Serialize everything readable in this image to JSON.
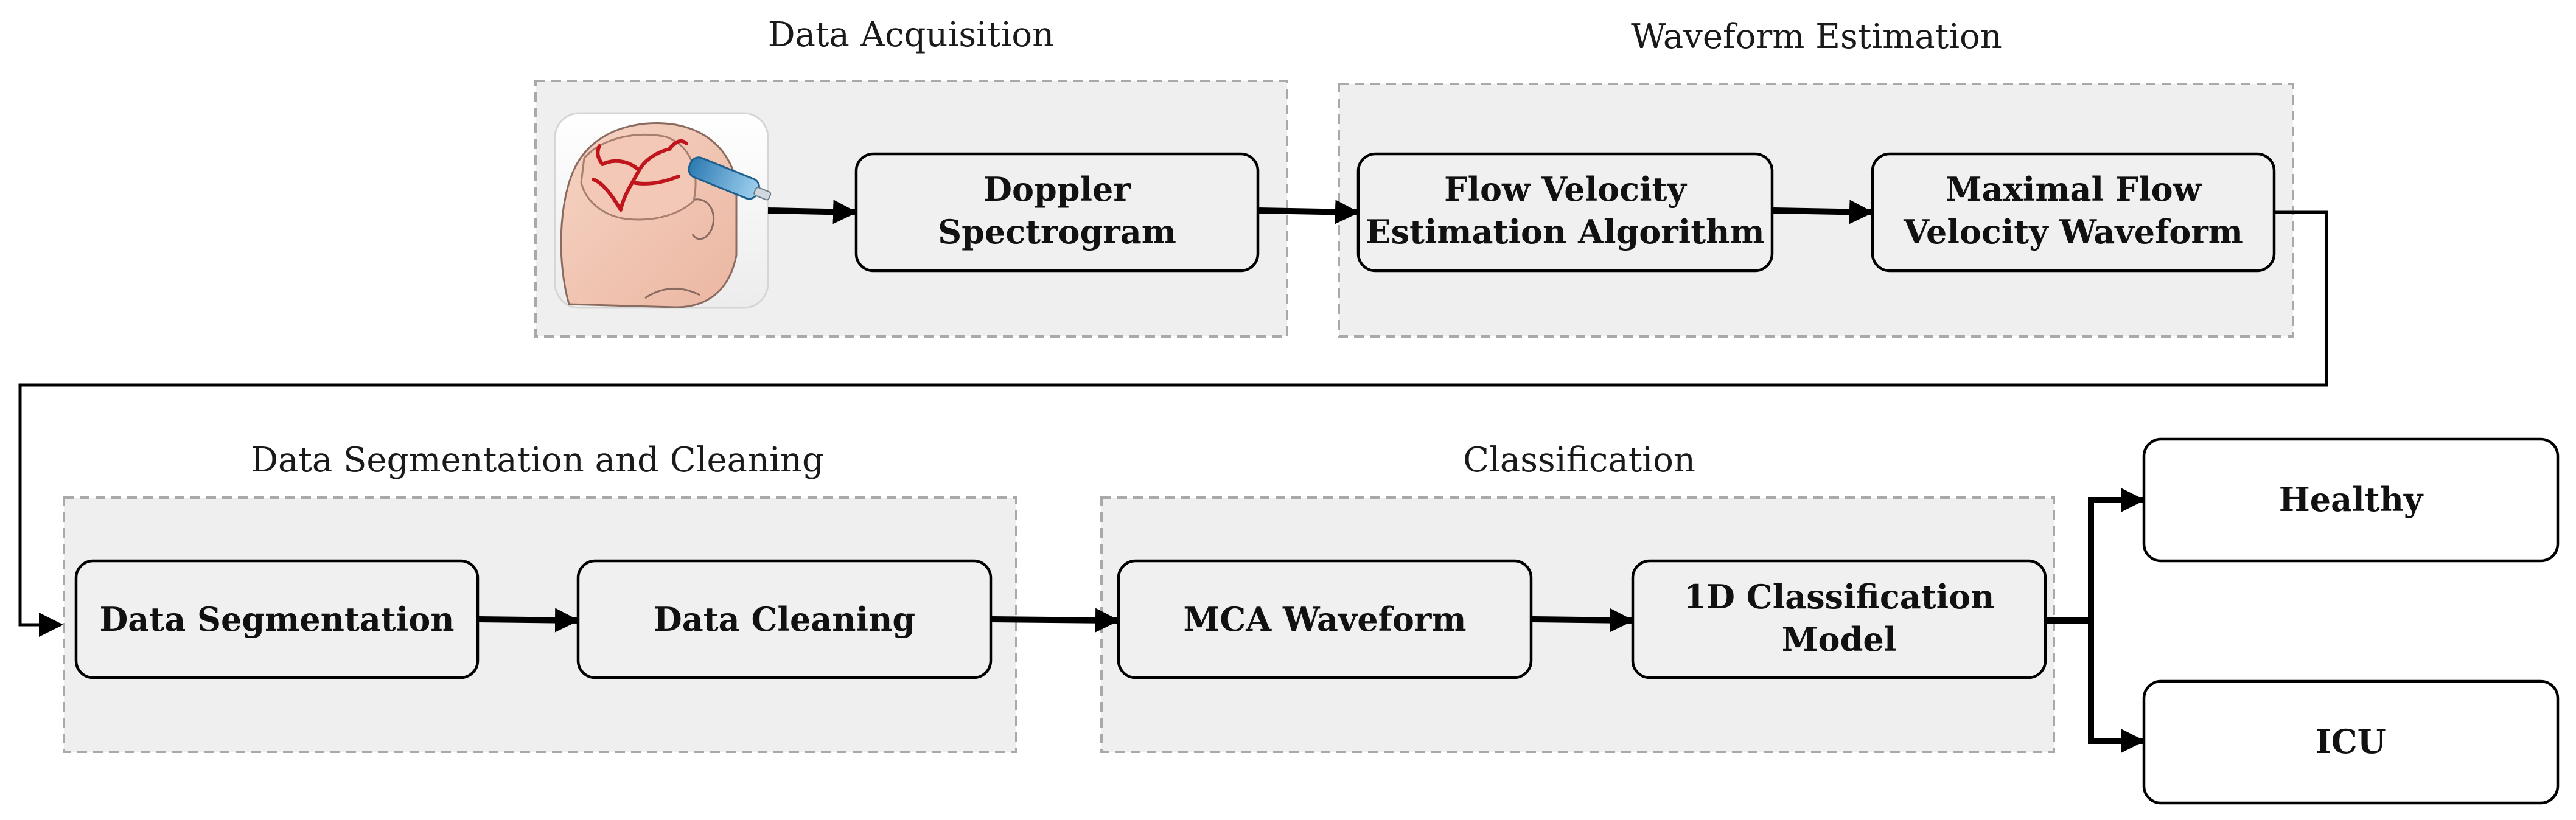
{
  "stages": {
    "acquisition": "Data Acquisition",
    "waveform": "Waveform Estimation",
    "segmentation": "Data Segmentation and  Cleaning",
    "classification": "Classification"
  },
  "nodes": {
    "doppler": [
      "Doppler",
      "Spectrogram"
    ],
    "flow_velocity": [
      "Flow Velocity",
      "Estimation  Algorithm"
    ],
    "maximal_flow": [
      "Maximal Flow",
      "Velocity  Waveform"
    ],
    "data_segmentation": "Data Segmentation",
    "data_cleaning": "Data Cleaning",
    "mca_waveform": "MCA Waveform",
    "classification_model": [
      "1D Classification",
      "Model"
    ],
    "healthy": "Healthy",
    "icu": "ICU"
  },
  "icons": {
    "patient": "head-ultrasound-probe-icon"
  },
  "colors": {
    "stage_fill": "#efefef",
    "stage_border": "#a9a9a9",
    "node_fill": "#f0f0f0",
    "artery": "#c0151c",
    "probe": "#3a8fc6"
  }
}
